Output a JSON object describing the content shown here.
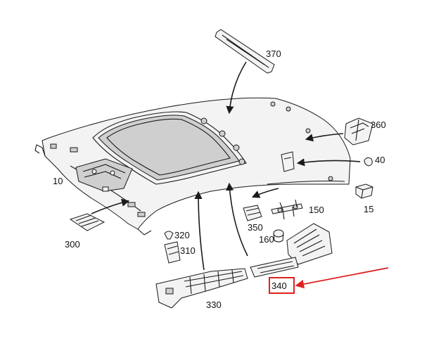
{
  "diagram": {
    "colors": {
      "line": "#1a1a1a",
      "highlight": "#e02020",
      "background": "#ffffff"
    },
    "labels": {
      "p370": "370",
      "p360": "360",
      "p40": "40",
      "p15": "15",
      "p150": "150",
      "p10": "10",
      "p300": "300",
      "p320": "320",
      "p310": "310",
      "p350": "350",
      "p160": "160",
      "p340": "340",
      "p330": "330"
    },
    "highlighted_part": "340"
  }
}
